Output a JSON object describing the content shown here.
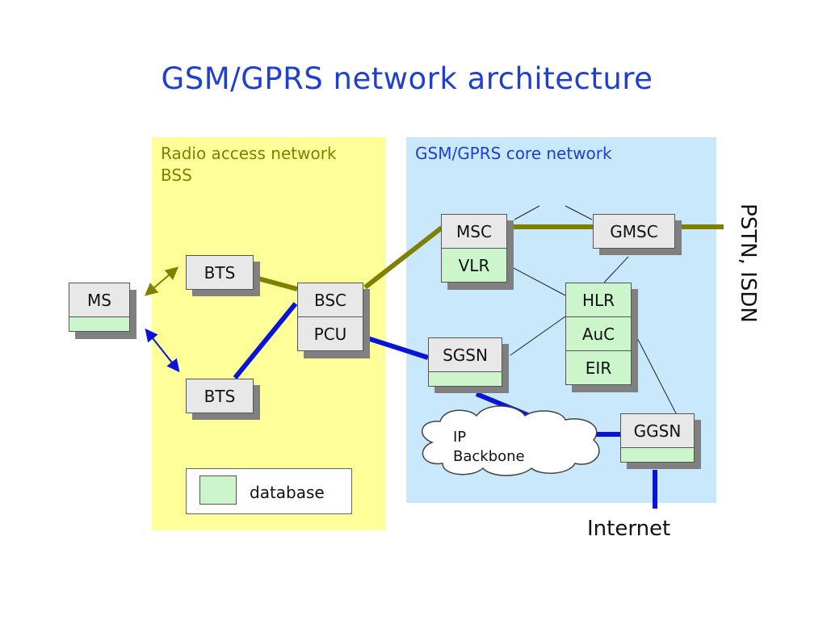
{
  "title": "GSM/GPRS network architecture",
  "regions": {
    "ran_line1": "Radio access network",
    "ran_line2": "BSS",
    "core": "GSM/GPRS core network"
  },
  "nodes": {
    "ms": "MS",
    "bts_top": "BTS",
    "bts_bottom": "BTS",
    "bsc": "BSC",
    "pcu": "PCU",
    "msc": "MSC",
    "vlr": "VLR",
    "gmsc": "GMSC",
    "hlr": "HLR",
    "auc": "AuC",
    "eir": "EIR",
    "sgsn": "SGSN",
    "ggsn": "GGSN"
  },
  "cloud": {
    "line1": "IP",
    "line2": "Backbone"
  },
  "external": {
    "pstn": "PSTN, ISDN",
    "internet": "Internet"
  },
  "legend": {
    "label": "database"
  },
  "colors": {
    "circuit_link": "#808000",
    "packet_link": "#0a14d8",
    "signaling_link": "#222222",
    "ran_fill": "#ffff99",
    "core_fill": "#c9e8fb",
    "database_fill": "#ccf5cc",
    "title": "#1f3fcf"
  }
}
